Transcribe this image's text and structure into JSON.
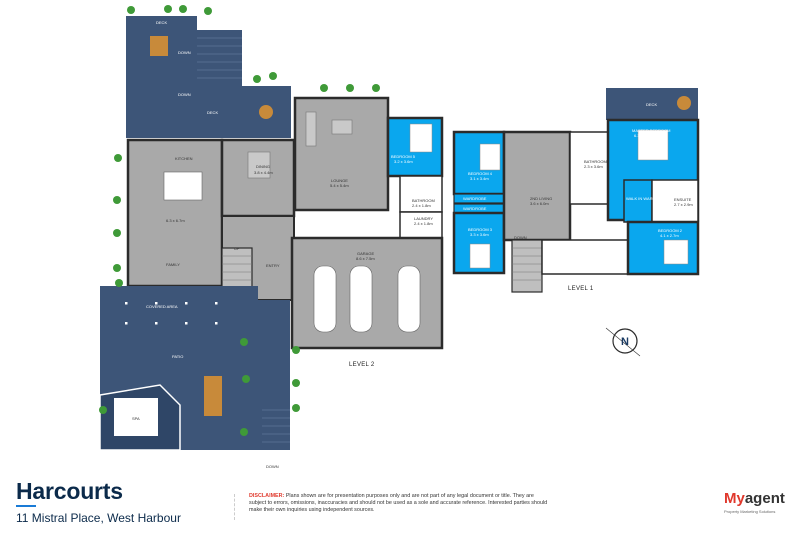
{
  "plan": {
    "level_2_label": "LEVEL 2",
    "level_1_label": "LEVEL 1",
    "north_label": "N",
    "rooms": {
      "deck_top": "DECK",
      "deck_lower": "DECK",
      "kitchen": "KITCHEN",
      "family": "FAMILY",
      "family_dim": "6.3 x 6.7m",
      "dining": "DINING",
      "dining_dim": "3.8 x 4.4m",
      "lounge": "LOUNGE",
      "lounge_dim": "5.4 x 5.4m",
      "bedroom5": "BEDROOM 5",
      "bedroom5_dim": "3.2 x 3.6m",
      "bathroom_l2": "BATHROOM",
      "bathroom_l2_dim": "2.4 x 1.8m",
      "laundry": "LAUNDRY",
      "laundry_dim": "2.4 x 1.8m",
      "entry": "ENTRY",
      "garage": "GARAGE",
      "garage_dim": "8.6 x 7.5m",
      "covered_area": "COVERED AREA",
      "patio": "PATIO",
      "spa": "SPA",
      "bedroom4": "BEDROOM 4",
      "bedroom4_dim": "3.1 x 3.4m",
      "bedroom3": "BEDROOM 3",
      "bedroom3_dim": "3.3 x 3.6m",
      "wardrobe": "WARDROBE",
      "second_living": "2ND LIVING",
      "second_living_dim": "3.6 x 6.0m",
      "bathroom_l1": "BATHROOM",
      "bathroom_l1_dim": "2.3 x 3.6m",
      "deck_right": "DECK",
      "master": "MASTER BEDROOM",
      "master_dim": "6.3 x 4.7m",
      "ensuite": "ENSUITE",
      "ensuite_dim": "2.7 x 2.9m",
      "walk_in": "WALK IN WARDROBE",
      "bedroom2": "BEDROOM 2",
      "bedroom2_dim": "4.1 x 2.7m"
    },
    "marks": {
      "down": "DOWN",
      "up": "UP"
    }
  },
  "footer": {
    "brand": "Harcourts",
    "address": "11 Mistral Place, West Harbour",
    "disclaimer_title": "DISCLAIMER:",
    "disclaimer_text": " Plans shown are for presentation purposes only and are not part of any legal document or title. They are subject to errors, omissions, inaccuracies and should not be used as a sole and accurate reference. Interested parties should make their own inquiries using independent sources.",
    "agent_my": "My",
    "agent_rest": "agent",
    "agent_sub": "Property Marketing Solutions"
  },
  "colors": {
    "deck": "#3d5578",
    "room": "#a9a9a9",
    "bedroom": "#0aa7ee",
    "wall": "#2b2b2b",
    "brand": "#0b2a4a",
    "accent_red": "#e0382c"
  }
}
